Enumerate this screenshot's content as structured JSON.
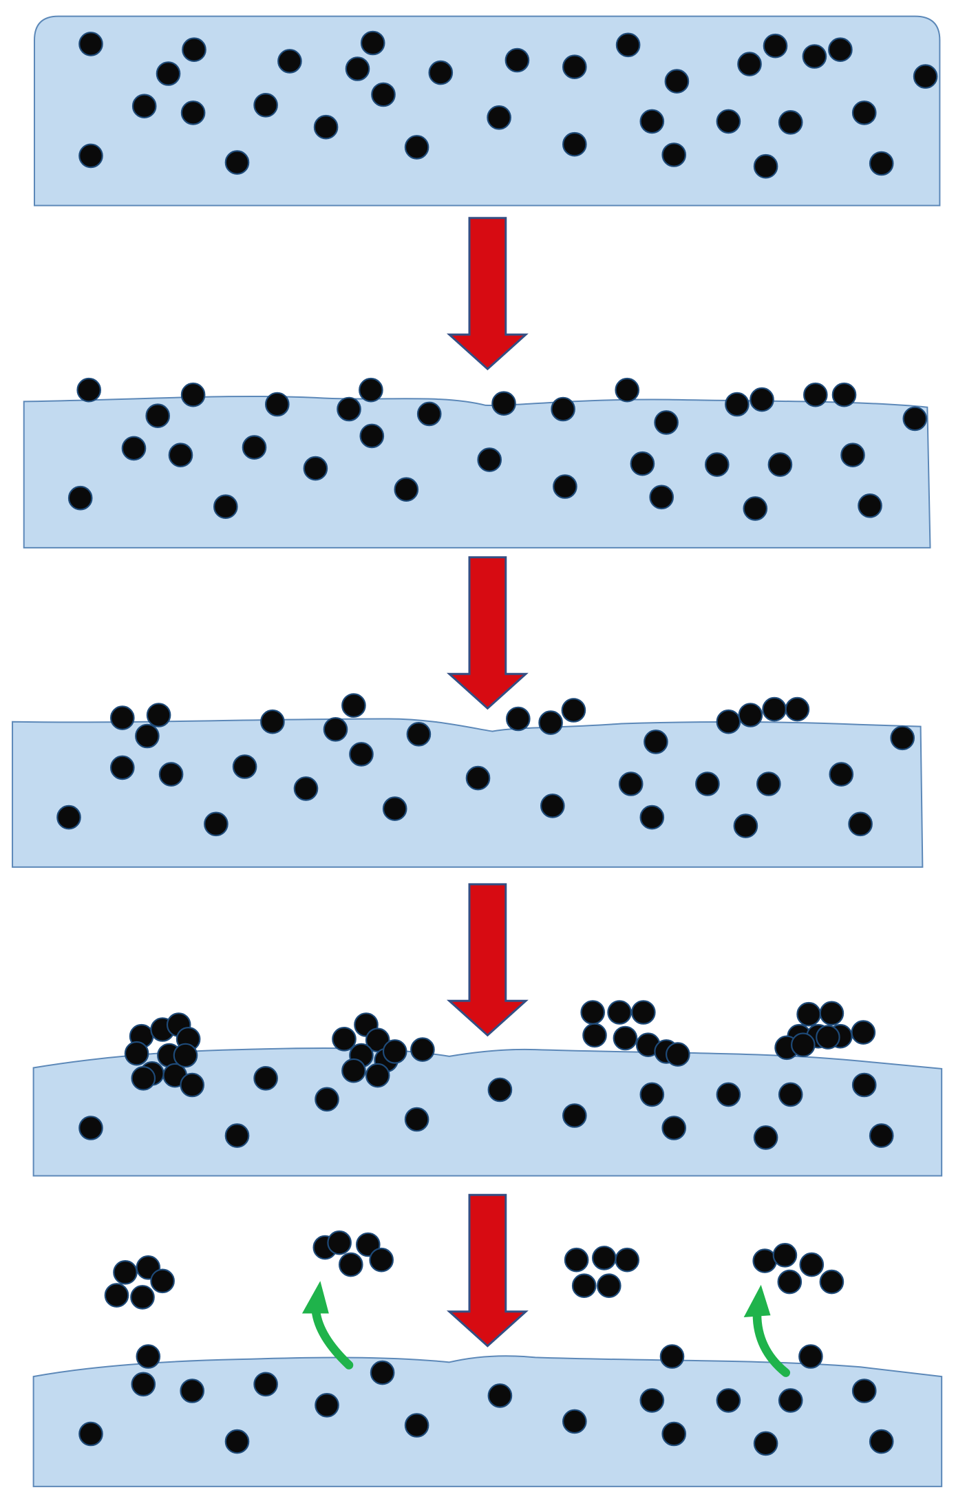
{
  "diagram": {
    "background": "#ffffff",
    "colors": {
      "liquid_fill": "#c2daf0",
      "liquid_fill_top": "#bcd6ee",
      "liquid_stroke": "#5c88b8",
      "particle": "#0a0a0a",
      "particle_rim": "#1e4a78",
      "arrow_fill": "#d70b12",
      "arrow_stroke": "#334f84",
      "return_arrow": "#1fb34b"
    },
    "icons": {
      "stage_arrow": "red-down-arrow-icon",
      "return_arrow": "green-curved-arrow-icon"
    },
    "stage_count": 5,
    "arrow_count": 4,
    "return_arrow_count": 2
  }
}
